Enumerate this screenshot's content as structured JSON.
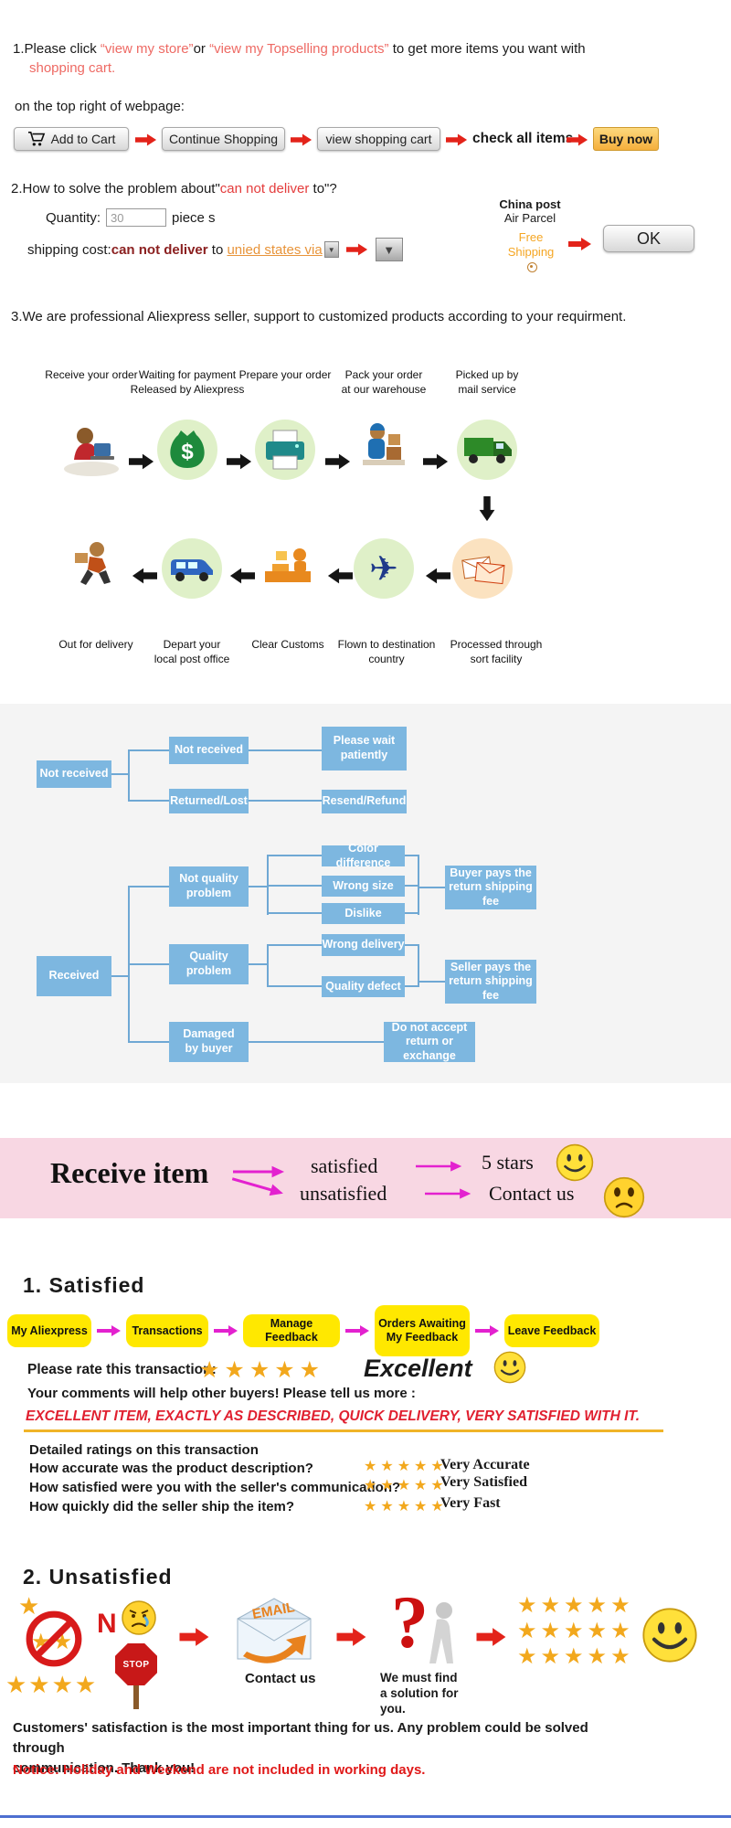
{
  "glyphs": {
    "star": "★",
    "stars2": "★★",
    "stars4": "★★★★",
    "stars5": "★★★★★",
    "dropdown": "▼"
  },
  "colors": {
    "link_red": "#ee6a64",
    "alert_red": "#e43c3c",
    "maroon": "#8b2020",
    "orange_link": "#e8943a",
    "free_shipping_orange": "#f5a623",
    "arrow_red": "#e3231a",
    "flow_box_blue": "#7db7e0",
    "flow_bg_gray": "#f4f4f4",
    "banner_pink": "#f8d7e3",
    "magenta": "#e321cf",
    "nav_yellow": "#ffe800",
    "star_gold": "#f2a81d",
    "review_red": "#e02030",
    "notice_red": "#e01818",
    "bottom_line_blue": "#4d6fd0"
  },
  "intro": {
    "prefix": "1.Please click ",
    "link1": "“view my store”",
    "middle": "or ",
    "link2": "“view my Topselling products”",
    "suffix": " to get more items you want with",
    "line2": "shopping cart.",
    "line3": "on the top right of webpage:"
  },
  "cart_row": {
    "add_to_cart": "Add to Cart",
    "continue_shopping": "Continue Shopping",
    "view_cart": "view shopping cart",
    "check_all": "check all items",
    "buy_now": "Buy now"
  },
  "deliver": {
    "heading_prefix": "2.How to solve the problem about\"",
    "heading_red": "can not deliver",
    "heading_suffix": " to\"?",
    "quantity_label": "Quantity:",
    "quantity_value": "30",
    "quantity_unit": "piece s",
    "shipping_label": "shipping cost:",
    "shipping_red": "can not deliver",
    "shipping_to": " to ",
    "shipping_link": "unied states via",
    "china_post_line1": "China post",
    "china_post_line2": "Air Parcel",
    "free_shipping": "Free\nShipping",
    "ok_label": "OK"
  },
  "seller_note": "3.We are professional Aliexpress seller, support to customized products according to your requirment.",
  "process": {
    "row1": [
      {
        "label": "Receive your order",
        "icon": "person-computer-icon"
      },
      {
        "label": "Waiting for payment\nReleased by Aliexpress",
        "icon": "money-bag-icon"
      },
      {
        "label": "Prepare your order",
        "icon": "printer-icon"
      },
      {
        "label": "Pack your order\nat our warehouse",
        "icon": "packing-worker-icon"
      },
      {
        "label": "Picked up by\nmail service",
        "icon": "truck-icon"
      }
    ],
    "row2": [
      {
        "label": "Out for delivery",
        "icon": "delivery-runner-icon"
      },
      {
        "label": "Depart your\nlocal post office",
        "icon": "van-icon"
      },
      {
        "label": "Clear Customs",
        "icon": "customs-icon"
      },
      {
        "label": "Flown to destination\ncountry",
        "icon": "airplane-icon"
      },
      {
        "label": "Processed through\nsort facility",
        "icon": "sorted-mail-icon"
      }
    ]
  },
  "flowchart": {
    "not_received_root": "Not received",
    "not_received_child": "Not received",
    "wait": "Please wait\npatiently",
    "returned": "Returned/Lost",
    "resend": "Resend/Refund",
    "received_root": "Received",
    "not_quality": "Not quality\nproblem",
    "color_diff": "Color difference",
    "wrong_size": "Wrong size",
    "dislike": "Dislike",
    "buyer_pays": "Buyer pays the\nreturn shipping fee",
    "wrong_delivery": "Wrong delivery",
    "quality_problem": "Quality\nproblem",
    "quality_defect": "Quality defect",
    "seller_pays": "Seller pays the\nreturn shipping fee",
    "damaged": "Damaged\nby buyer",
    "no_return": "Do not accept\nreturn or exchange"
  },
  "banner": {
    "title": "Receive item",
    "satisfied": "satisfied",
    "unsatisfied": "unsatisfied",
    "five_stars": "5 stars",
    "contact": "Contact us"
  },
  "feedback": {
    "heading": "1. Satisfied",
    "nav": [
      "My Aliexpress",
      "Transactions",
      "Manage Feedback",
      "Orders Awaiting\nMy Feedback",
      "Leave Feedback"
    ],
    "rate_label": "Please rate this transaction:",
    "excellent": "Excellent",
    "comments": "Your comments will help other buyers! Please tell us more :",
    "review": "EXCELLENT ITEM, EXACTLY AS DESCRIBED, QUICK DELIVERY, VERY SATISFIED WITH IT.",
    "detail_heading": "Detailed ratings on this transaction",
    "ratings": [
      {
        "question": "How accurate was the product description?",
        "answer": "Very Accurate"
      },
      {
        "question": "How satisfied were you with the seller's communication?",
        "answer": "Very Satisfied"
      },
      {
        "question": "How quickly did the seller ship the item?",
        "answer": "Very Fast"
      }
    ]
  },
  "unsat": {
    "heading": "2. Unsatisfied",
    "n_label": "N",
    "stop_label": "STOP",
    "email_label": "EMAIL",
    "contact": "Contact us",
    "solution": "We must find\na solution for\nyou."
  },
  "footer": {
    "text": "Customers' satisfaction is the most important thing for us. Any problem could be solved through\ncommunication. Thank you!",
    "notice": "Notice: Holiday and Weekend are not included in working days."
  }
}
